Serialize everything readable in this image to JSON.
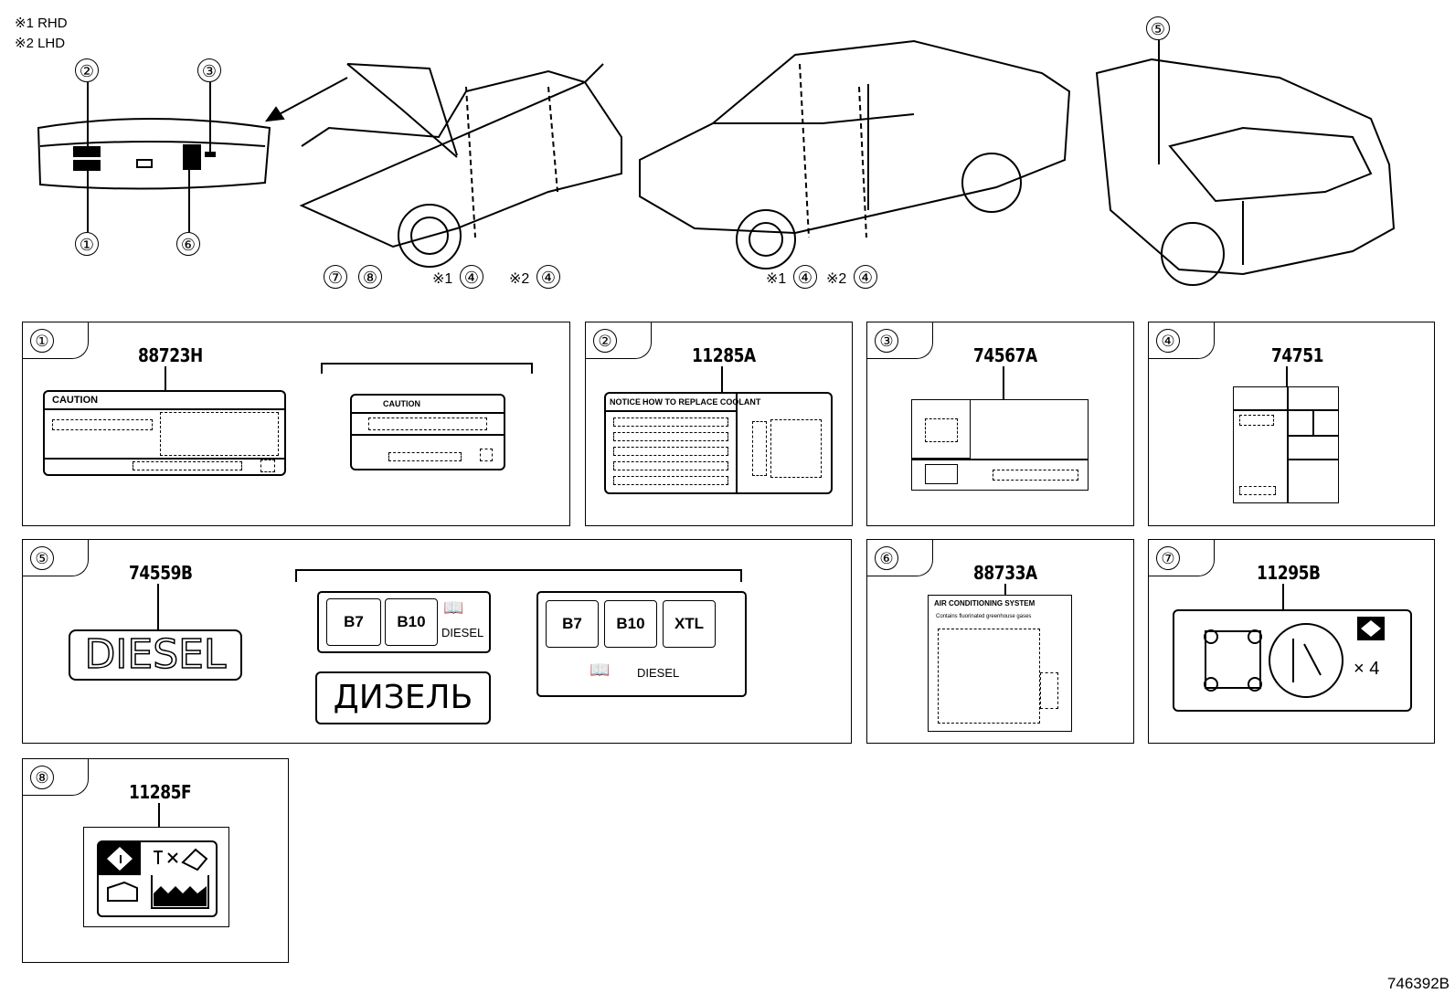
{
  "notes": {
    "rhd": "※1 RHD",
    "lhd": "※2 LHD"
  },
  "callouts": {
    "c1": "①",
    "c2": "②",
    "c3": "③",
    "c4": "④",
    "c5": "⑤",
    "c6": "⑥",
    "c7": "⑦",
    "c8": "⑧",
    "ref1": "※1",
    "ref2": "※2"
  },
  "panels": {
    "p1": {
      "num": "①",
      "part": "88723H",
      "caution1": "CAUTION",
      "caution2": "CAUTION"
    },
    "p2": {
      "num": "②",
      "part": "11285A",
      "header1": "NOTICE",
      "header2": "HOW TO REPLACE COOLANT"
    },
    "p3": {
      "num": "③",
      "part": "74567A"
    },
    "p4": {
      "num": "④",
      "part": "74751"
    },
    "p5": {
      "num": "⑤",
      "part": "74559B",
      "diesel": "DIESEL",
      "diesel_ru": "ДИЗЕЛЬ",
      "b7": "B7",
      "b10": "B10",
      "xtl": "XTL",
      "diesel_small": "DIESEL",
      "diesel_small2": "DIESEL"
    },
    "p6": {
      "num": "⑥",
      "part": "88733A",
      "title": "AIR CONDITIONING SYSTEM",
      "sub": "Contains fluorinated greenhouse gases"
    },
    "p7": {
      "num": "⑦",
      "part": "11295B",
      "times": "× 4"
    },
    "p8": {
      "num": "⑧",
      "part": "11285F"
    }
  },
  "footer": "746392B"
}
